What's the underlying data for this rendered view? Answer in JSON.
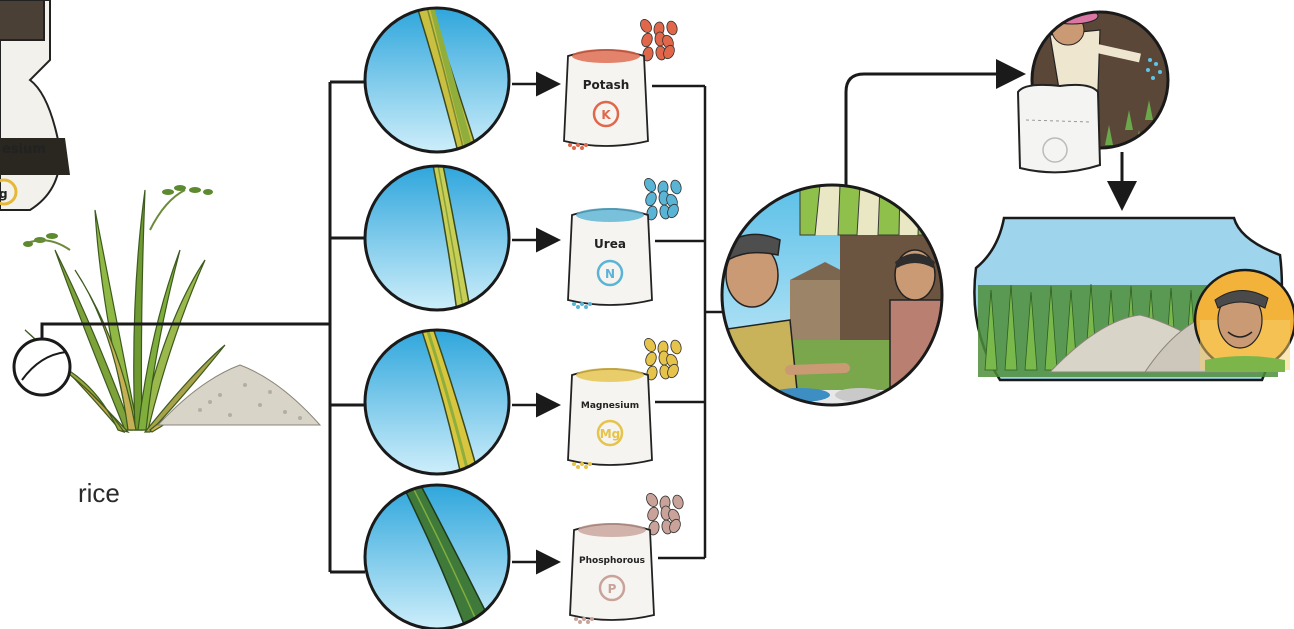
{
  "crop": {
    "label": "rice"
  },
  "fertilizers": [
    {
      "name": "Potash",
      "symbol": "K",
      "color": "#e0674a"
    },
    {
      "name": "Urea",
      "symbol": "N",
      "color": "#5ab4d6"
    },
    {
      "name": "Magnesium",
      "symbol": "Mg",
      "color": "#e6c34a"
    },
    {
      "name": "Phosphorous",
      "symbol": "P",
      "color": "#c9a39a"
    }
  ],
  "partial_bag": {
    "label": "esium",
    "symbol": "g"
  },
  "colors": {
    "sky": "#7fcbea",
    "leaf_green": "#7fae3c",
    "leaf_yellow": "#d7c64a",
    "line": "#1a1a1a"
  }
}
